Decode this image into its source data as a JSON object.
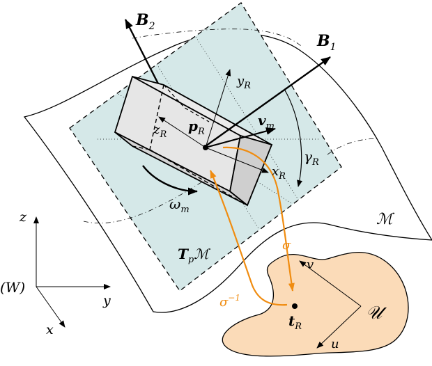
{
  "labels": {
    "B2": "B",
    "B2_sub": "2",
    "B1": "B",
    "B1_sub": "1",
    "yR": "y",
    "yR_sub": "R",
    "zR": "z",
    "zR_sub": "R",
    "xR": "x",
    "xR_sub": "R",
    "pR": "p",
    "pR_sub": "R",
    "vm": "v",
    "vm_sub": "m",
    "gammaR": "γ",
    "gammaR_sub": "R",
    "omegam": "ω",
    "omegam_sub": "m",
    "M": "ℳ",
    "TpM": "T",
    "TpM_sub": "p",
    "TpM_tail": "ℳ",
    "sigma": "σ",
    "sigma_inv": "σ",
    "sigma_inv_sup": "−1",
    "U": "𝒰",
    "u": "u",
    "v": "v",
    "tR": "t",
    "tR_sub": "R",
    "world": "(W)",
    "z": "z",
    "y": "y",
    "x": "x"
  },
  "colors": {
    "tangent_plane": "#d5e8e8",
    "parameter_region": "#fbdbb8",
    "mapping_arrows": "#f08c10",
    "robot_face": "#e6e6e6",
    "robot_end": "#cfcfcf",
    "stroke": "#000000"
  }
}
